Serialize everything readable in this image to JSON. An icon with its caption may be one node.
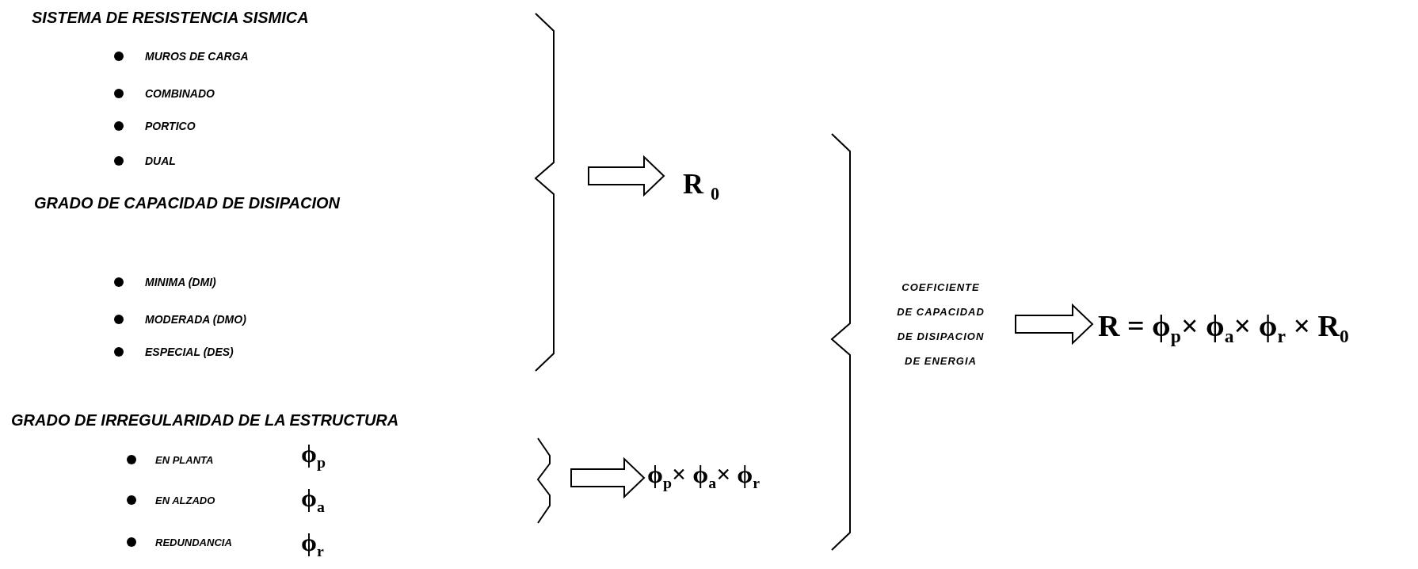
{
  "diagram": {
    "nodes": [
      {
        "text": [
          "R $_{0}$"
        ]
      },
      {
        "text": [
          "ϕ$_{p}$× ϕ$_{a}$× ϕ$_{r}$"
        ]
      },
      {
        "text": [
          "COEFICIENTE DE CAPACIDAD DE DISIPACION DE ENERGIA"
        ]
      },
      {
        "text": [
          "R = ϕ$_{p}$× ϕ$_{a}$× ϕ$_{r}$ × R$_{0}$"
        ]
      }
    ],
    "edges": [
      {
        "from": null,
        "to": 0,
        "arrow": "to"
      },
      {
        "from": null,
        "to": 1,
        "arrow": "to"
      },
      {
        "from": 2,
        "to": 3,
        "arrow": "to"
      }
    ],
    "labels": [
      "SISTEMA DE RESISTENCIA SISMICA",
      "MUROS DE CARGA",
      "COMBINADO",
      "PORTICO",
      "DUAL",
      "GRADO DE CAPACIDAD DE DISIPACION",
      "MINIMA (DMI)",
      "MODERADA (DMO)",
      "ESPECIAL (DES)",
      "GRADO DE IRREGULARIDAD DE LA ESTRUCTURA",
      "EN PLANTA",
      "ϕ$_{p}$",
      "EN ALZADO",
      "ϕ$_{a}$",
      "REDUNDANCIA",
      "ϕ$_{r}$"
    ]
  }
}
